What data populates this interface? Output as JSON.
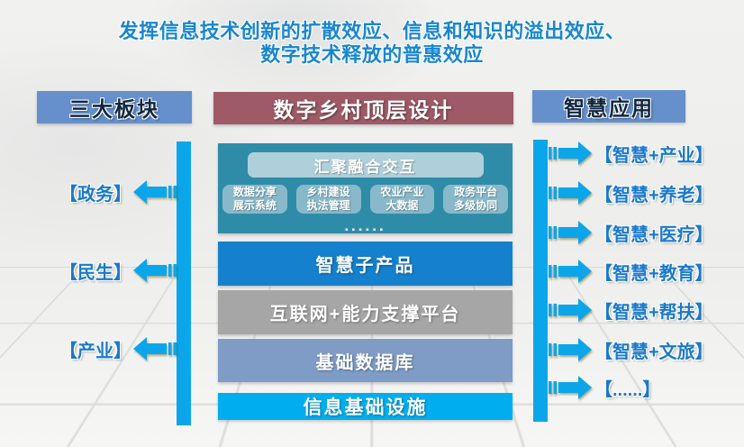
{
  "title": {
    "line1": "发挥信息技术创新的扩散效应、信息和知识的溢出效应、",
    "line2": "数字技术释放的普惠效应"
  },
  "left_panel": {
    "header": "三大板块",
    "items": [
      "【政务】",
      "【民生】",
      "【产业】"
    ]
  },
  "center_panel": {
    "header": "数字乡村顶层设计",
    "top_layer": {
      "title": "汇聚融合交互",
      "modules": [
        {
          "line1": "数据分享",
          "line2": "展示系统"
        },
        {
          "line1": "乡村建设",
          "line2": "执法管理"
        },
        {
          "line1": "农业产业",
          "line2": "大数据"
        },
        {
          "line1": "政务平台",
          "line2": "多级协同"
        }
      ],
      "ellipsis": "......"
    },
    "layers": [
      "智慧子产品",
      "互联网+能力支撑平台",
      "基础数据库",
      "信息基础设施"
    ]
  },
  "right_panel": {
    "header": "智慧应用",
    "items": [
      "【智慧+产业】",
      "【智慧+养老】",
      "【智慧+医疗】",
      "【智慧+教育】",
      "【智慧+帮扶】",
      "【智慧+文旅】",
      "【......】"
    ]
  },
  "colors": {
    "title_blue": "#1886D0",
    "side_header_bg": "#6590CB",
    "side_header_text": "#10263F",
    "center_header_bg": "#9E5A66",
    "aggregation_bg": "#2F8CA9",
    "aggregation_title_bg": "#AFCFDA",
    "module_bg": "#88B9CA",
    "layer_blue": "#1580CD",
    "layer_gray": "#A6A6A6",
    "layer_slate": "#7E9CC6",
    "layer_cyan": "#00AEEF",
    "arrow_cyan": "#0BA6E9",
    "item_text_blue": "#1B79CB"
  }
}
